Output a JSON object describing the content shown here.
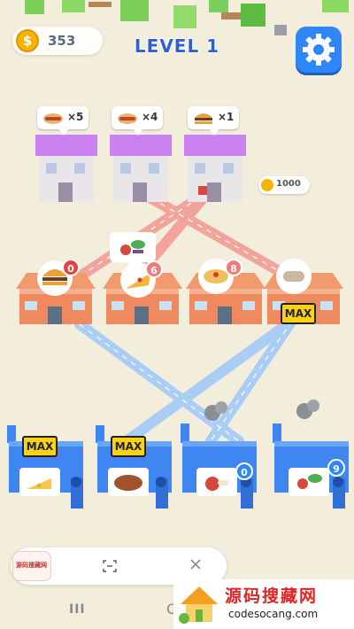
{
  "hud": {
    "coins": "353",
    "level_label": "LEVEL 1",
    "settings_icon": "gear-icon"
  },
  "houses": [
    {
      "order_icon": "hotdog-icon",
      "order_count": "×5"
    },
    {
      "order_icon": "hotdog-icon",
      "order_count": "×4"
    },
    {
      "order_icon": "burger-icon",
      "order_count": "×1"
    }
  ],
  "unlock": {
    "price": "1000",
    "icon": "coin-icon"
  },
  "restaurants": [
    {
      "food_icon": "burger-icon",
      "count": "0",
      "badge_color": "#e5453a"
    },
    {
      "food_icon": "pizza-icon",
      "count": "6",
      "badge_color": "#f07a7a"
    },
    {
      "food_icon": "spaghetti-icon",
      "count": "8",
      "badge_color": "#f07a7a"
    },
    {
      "food_icon": "burrito-icon",
      "max_label": "MAX"
    }
  ],
  "restaurant_hint_icon": "vegetables-icon",
  "factories": [
    {
      "product_icon": "cheese-icon",
      "max_label": "MAX"
    },
    {
      "product_icon": "patty-icon",
      "max_label": "MAX"
    },
    {
      "product_icon": "meat-icon",
      "count": "0"
    },
    {
      "product_icon": "vegetables-icon",
      "count": "9"
    }
  ],
  "bottom_bar": {
    "avatar_text": "源码搜藏网",
    "scan_icon": "scan-icon"
  },
  "system_nav": {
    "menu_glyph": "III",
    "back_glyph": "C"
  },
  "watermark": {
    "title": "源码搜藏网",
    "url": "codesocang.com"
  },
  "colors": {
    "accent_blue": "#2f86f6",
    "road_red": "#f2a39a",
    "road_blue": "#a9cdf4",
    "house_roof": "#c982f0",
    "restaurant": "#ee8a5e",
    "factory": "#3f86f2",
    "max_yellow": "#f9d215"
  }
}
